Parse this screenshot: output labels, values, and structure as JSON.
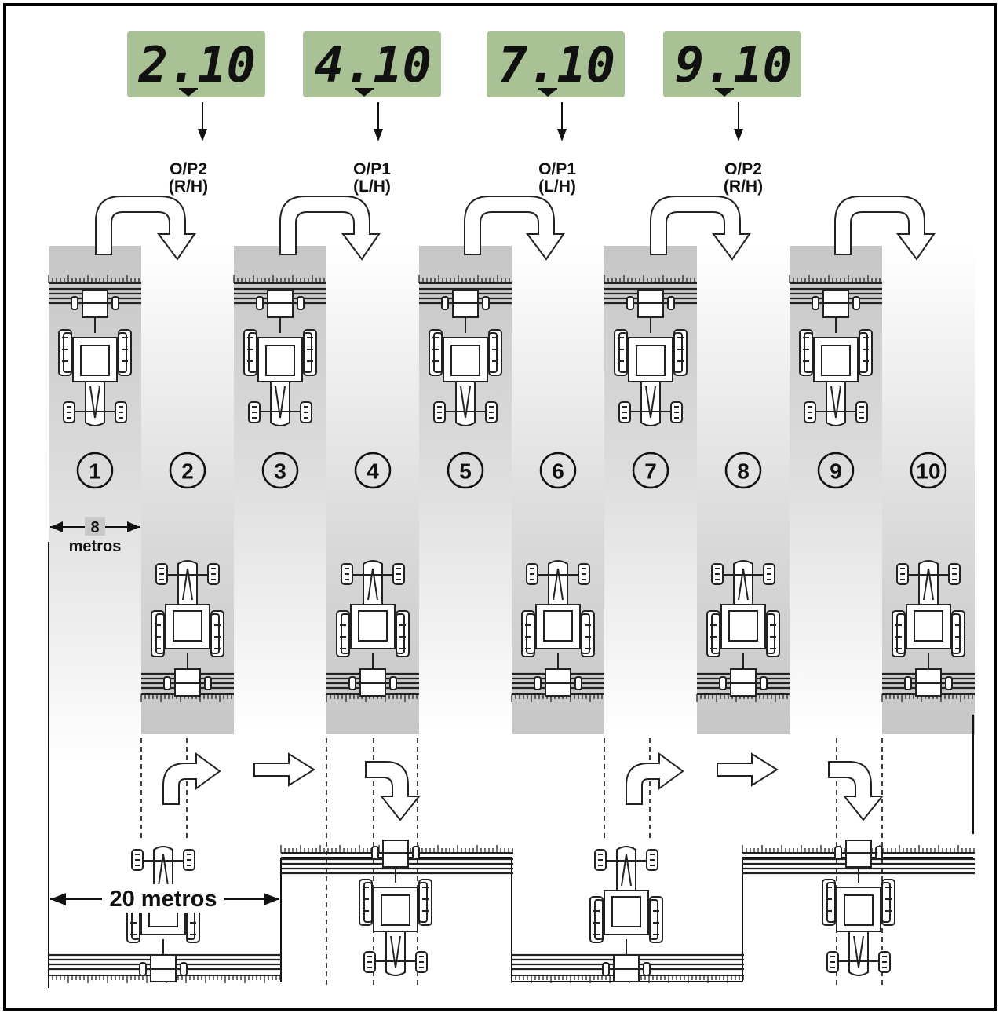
{
  "displays": [
    {
      "value": "2.10"
    },
    {
      "value": "4.10"
    },
    {
      "value": "7.10"
    },
    {
      "value": "9.10"
    }
  ],
  "outputs": [
    {
      "line1": "O/P2",
      "line2": "(R/H)"
    },
    {
      "line1": "O/P1",
      "line2": "(L/H)"
    },
    {
      "line1": "O/P1",
      "line2": "(L/H)"
    },
    {
      "line1": "O/P2",
      "line2": "(R/H)"
    }
  ],
  "bouts": [
    "1",
    "2",
    "3",
    "4",
    "5",
    "6",
    "7",
    "8",
    "9",
    "10"
  ],
  "dimensions": {
    "boom_width_value": "8",
    "boom_width_unit": "metros",
    "headland_width": "20 metros"
  },
  "colors": {
    "lcd_background": "#a9c295",
    "strip_gray": "#c8c8c8",
    "line": "#111111"
  }
}
